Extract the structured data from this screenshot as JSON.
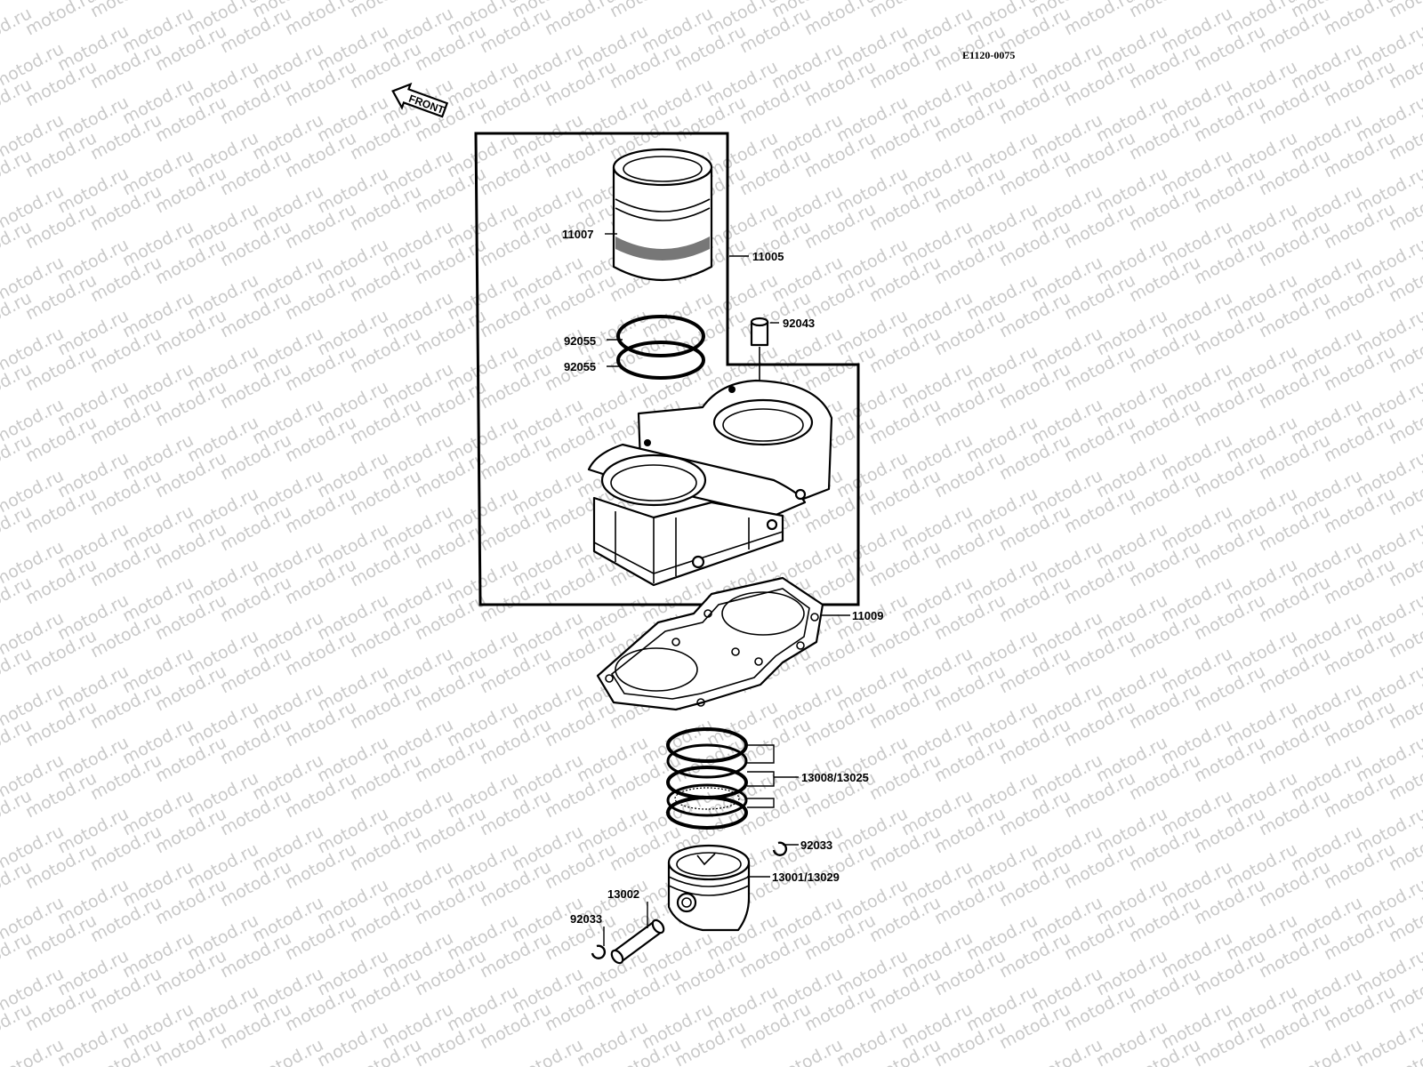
{
  "diagram": {
    "code": "E1120-0075",
    "front_label": "FRONT",
    "watermark": "motod.ru",
    "parts": [
      {
        "id": "11007",
        "label": "11007"
      },
      {
        "id": "11005",
        "label": "11005"
      },
      {
        "id": "92043",
        "label": "92043"
      },
      {
        "id": "92055a",
        "label": "92055"
      },
      {
        "id": "92055b",
        "label": "92055"
      },
      {
        "id": "11009",
        "label": "11009"
      },
      {
        "id": "13008",
        "label": "13008/13025"
      },
      {
        "id": "92033a",
        "label": "92033"
      },
      {
        "id": "13001",
        "label": "13001/13029"
      },
      {
        "id": "13002",
        "label": "13002"
      },
      {
        "id": "92033b",
        "label": "92033"
      }
    ]
  }
}
